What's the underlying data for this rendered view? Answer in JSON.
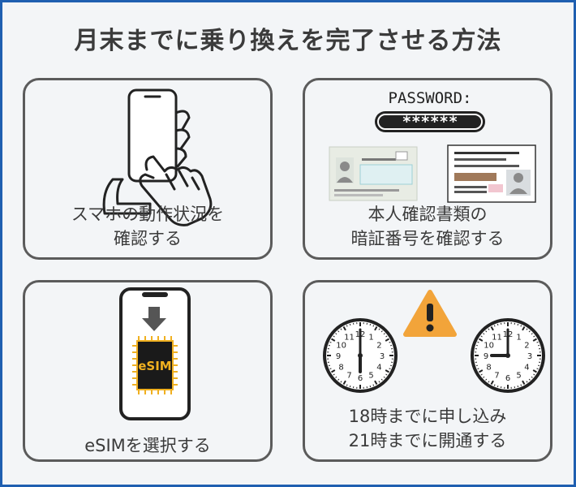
{
  "title": "月末までに乗り換えを完了させる方法",
  "cards": [
    {
      "line1": "スマホの動作状況を",
      "line2": "確認する"
    },
    {
      "line1": "本人確認書類の",
      "line2": "暗証番号を確認する",
      "password_label": "PASSWORD:",
      "password_mask": "******"
    },
    {
      "line1": "eSIMを選択する",
      "chip_label": "eSIM"
    },
    {
      "line1": "18時までに申し込み",
      "line2": "21時までに開通する"
    }
  ],
  "clock_numbers": [
    "12",
    "1",
    "2",
    "3",
    "4",
    "5",
    "6",
    "7",
    "8",
    "9",
    "10",
    "11"
  ],
  "colors": {
    "border": "#1f5fb0",
    "warning": "#f2a43a",
    "chip": "#f0b020"
  }
}
